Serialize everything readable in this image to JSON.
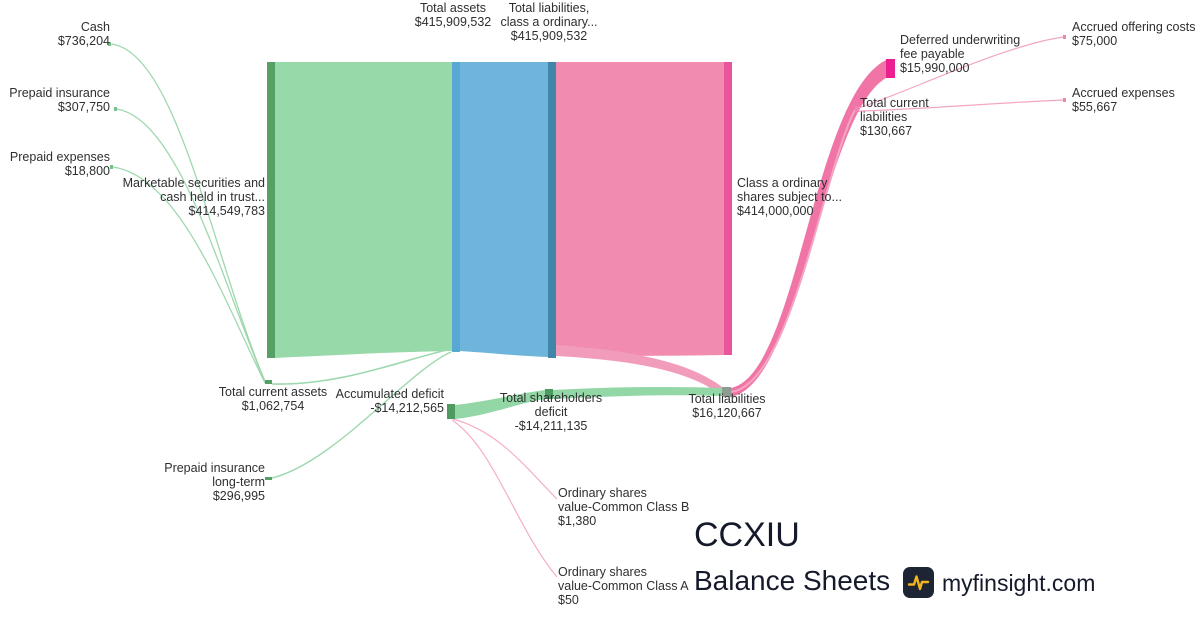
{
  "chart_data": {
    "type": "sankey",
    "title": "CCXIU Balance Sheets",
    "unit": "USD",
    "nodes": [
      {
        "name": "Cash",
        "value": 736204
      },
      {
        "name": "Prepaid insurance",
        "value": 307750
      },
      {
        "name": "Prepaid expenses",
        "value": 18800
      },
      {
        "name": "Total current assets",
        "value": 1062754
      },
      {
        "name": "Marketable securities and cash held in trust",
        "value": 414549783
      },
      {
        "name": "Prepaid insurance long-term",
        "value": 296995
      },
      {
        "name": "Total assets",
        "value": 415909532
      },
      {
        "name": "Total liabilities, class a ordinary shares subject to possible redemption and shareholders deficit",
        "value": 415909532
      },
      {
        "name": "Class a ordinary shares subject to possible redemption",
        "value": 414000000
      },
      {
        "name": "Total liabilities",
        "value": 16120667
      },
      {
        "name": "Deferred underwriting fee payable",
        "value": 15990000
      },
      {
        "name": "Total current liabilities",
        "value": 130667
      },
      {
        "name": "Accrued offering costs",
        "value": 75000
      },
      {
        "name": "Accrued expenses",
        "value": 55667
      },
      {
        "name": "Accumulated deficit",
        "value": -14212565
      },
      {
        "name": "Total shareholders deficit",
        "value": -14211135
      },
      {
        "name": "Ordinary shares value-Common Class B",
        "value": 1380
      },
      {
        "name": "Ordinary shares value-Common Class A",
        "value": 50
      }
    ],
    "links": [
      {
        "source": "Cash",
        "target": "Total current assets",
        "value": 736204
      },
      {
        "source": "Prepaid insurance",
        "target": "Total current assets",
        "value": 307750
      },
      {
        "source": "Prepaid expenses",
        "target": "Total current assets",
        "value": 18800
      },
      {
        "source": "Total current assets",
        "target": "Total assets",
        "value": 1062754
      },
      {
        "source": "Marketable securities and cash held in trust",
        "target": "Total assets",
        "value": 414549783
      },
      {
        "source": "Prepaid insurance long-term",
        "target": "Total assets",
        "value": 296995
      },
      {
        "source": "Total assets",
        "target": "Total liabilities, class a ordinary shares subject to possible redemption and shareholders deficit",
        "value": 415909532
      },
      {
        "source": "Total liabilities, class a ordinary shares subject to possible redemption and shareholders deficit",
        "target": "Class a ordinary shares subject to possible redemption",
        "value": 414000000
      },
      {
        "source": "Total liabilities, class a ordinary shares subject to possible redemption and shareholders deficit",
        "target": "Total liabilities",
        "value": 16120667
      },
      {
        "source": "Total shareholders deficit",
        "target": "Total liabilities, class a ordinary shares subject to possible redemption and shareholders deficit",
        "value": -14211135
      },
      {
        "source": "Accumulated deficit",
        "target": "Total shareholders deficit",
        "value": -14212565
      },
      {
        "source": "Ordinary shares value-Common Class B",
        "target": "Total shareholders deficit",
        "value": 1380
      },
      {
        "source": "Ordinary shares value-Common Class A",
        "target": "Total shareholders deficit",
        "value": 50
      },
      {
        "source": "Total liabilities",
        "target": "Deferred underwriting fee payable",
        "value": 15990000
      },
      {
        "source": "Total liabilities",
        "target": "Total current liabilities",
        "value": 130667
      },
      {
        "source": "Total current liabilities",
        "target": "Accrued offering costs",
        "value": 75000
      },
      {
        "source": "Total current liabilities",
        "target": "Accrued expenses",
        "value": 55667
      }
    ],
    "legend_position": "none",
    "grid": false
  },
  "labels": {
    "cash": [
      "Cash",
      "$736,204"
    ],
    "prepaid_insurance": [
      "Prepaid insurance",
      "$307,750"
    ],
    "prepaid_expenses": [
      "Prepaid expenses",
      "$18,800"
    ],
    "marketable": [
      "Marketable securities and",
      "cash held in trust...",
      "$414,549,783"
    ],
    "total_current_assets": [
      "Total current assets",
      "$1,062,754"
    ],
    "accumulated_deficit": [
      "Accumulated deficit",
      "-$14,212,565"
    ],
    "prepaid_insurance_long_term": [
      "Prepaid insurance",
      "long-term",
      "$296,995"
    ],
    "total_assets": [
      "Total assets",
      "$415,909,532"
    ],
    "total_liabilities_combined": [
      "Total liabilities,",
      "class a ordinary...",
      "$415,909,532"
    ],
    "class_a_ordinary": [
      "Class a ordinary",
      "shares subject to...",
      "$414,000,000"
    ],
    "total_shareholders_deficit": [
      "Total shareholders",
      "deficit",
      "-$14,211,135"
    ],
    "total_liabilities": [
      "Total liabilities",
      "$16,120,667"
    ],
    "deferred_underwriting": [
      "Deferred underwriting",
      "fee payable",
      "$15,990,000"
    ],
    "total_current_liabilities": [
      "Total current",
      "liabilities",
      "$130,667"
    ],
    "accrued_offering_costs": [
      "Accrued offering costs",
      "$75,000"
    ],
    "accrued_expenses": [
      "Accrued expenses",
      "$55,667"
    ],
    "ordinary_shares_class_b": [
      "Ordinary shares",
      "value-Common Class B",
      "$1,380"
    ],
    "ordinary_shares_class_a": [
      "Ordinary shares",
      "value-Common Class A",
      "$50"
    ]
  },
  "branding": {
    "ticker": "CCXIU",
    "subtitle": "Balance Sheets",
    "site": "myfinsight.com"
  },
  "palette": {
    "green_flow": "#97d9a8",
    "green_node": "#55a065",
    "blue_flow": "#6fb4da",
    "blue_node": "#58a8d4",
    "teal_node": "#4285ab",
    "pink_flow": "#f18bb0",
    "pink_node": "#e9549d",
    "magenta_node": "#ec1f90",
    "liabilities_node": "#8d9c90",
    "hairline_green": "#9ed8ae",
    "hairline_pink": "#f5aec8",
    "swoosh_pink": "#f075a6",
    "label_text": "#2e2f31",
    "brand_text": "#141a2a",
    "logo_bg": "#1d2433",
    "logo_pulse": "#f2b51d"
  }
}
